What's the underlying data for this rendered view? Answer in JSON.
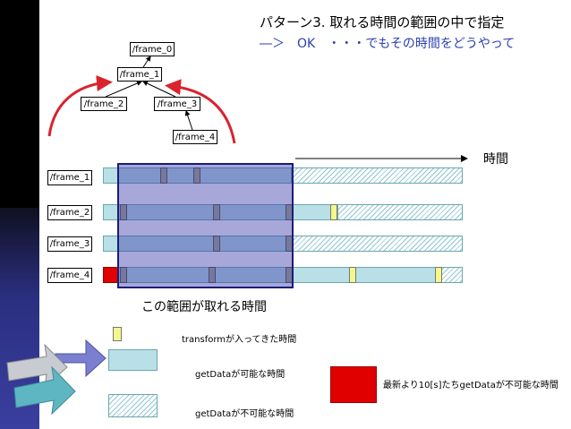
{
  "title": {
    "line1": "パターン3. 取れる時間の範囲の中で指定",
    "line2": "―＞　OK　・・・でもその時間をどうやって"
  },
  "tree": {
    "frame_0": "/frame_0",
    "frame_1": "/frame_1",
    "frame_2": "/frame_2",
    "frame_3": "/frame_3",
    "frame_4": "/frame_4"
  },
  "time_axis_label": "時間",
  "rows": [
    "/frame_1",
    "/frame_2",
    "/frame_3",
    "/frame_4"
  ],
  "range_label": "この範囲が取れる時間",
  "legend": {
    "transform_label": "transformが入ってきた時間",
    "available_label": "getDataが可能な時間",
    "unavailable_label": "getDataが不可能な時間",
    "recent_label": "最新より10[s]たちgetDataが不可能な時間"
  },
  "colors": {
    "available": "#b9e0e6",
    "transform_tick": "#f4f78a",
    "recent_red": "#e00000",
    "range_fill": "#3c3caa",
    "arrow_red": "#d9232d",
    "title_blue": "#2b3fae"
  }
}
